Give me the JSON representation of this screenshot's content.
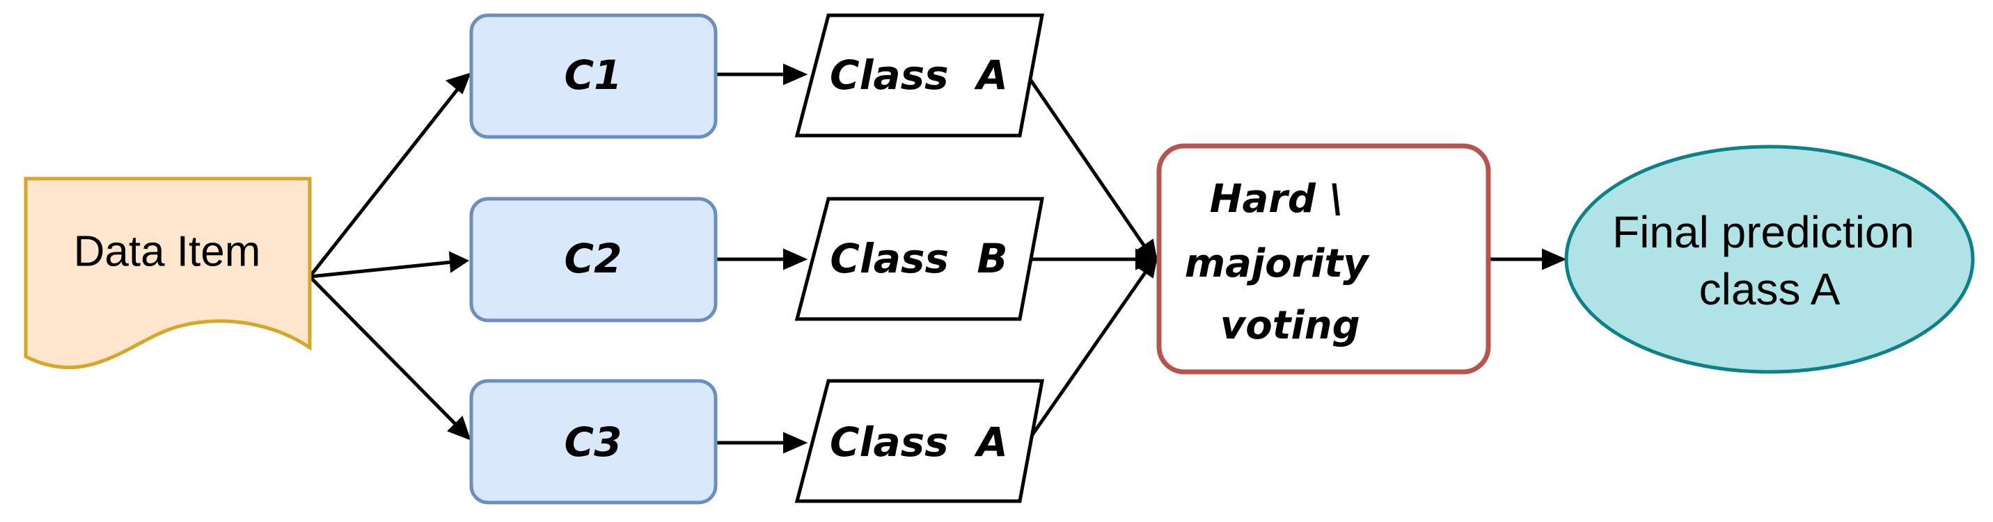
{
  "diagram": {
    "input": {
      "label": "Data Item"
    },
    "classifiers": [
      {
        "label": "C1"
      },
      {
        "label": "C2"
      },
      {
        "label": "C3"
      }
    ],
    "predictions": [
      {
        "label": "Class  A"
      },
      {
        "label": "Class  B"
      },
      {
        "label": "Class  A"
      }
    ],
    "voting": {
      "lines": [
        "Hard \\",
        "majority",
        "voting"
      ]
    },
    "result": {
      "lines": [
        "Final prediction",
        "class A"
      ]
    },
    "colors": {
      "input_fill": "#ffe6cc",
      "input_stroke": "#d6a628",
      "classifier_fill": "#dae8fc",
      "classifier_stroke": "#6c8ebf",
      "prediction_fill": "#ffffff",
      "prediction_stroke": "#000000",
      "voting_fill": "#ffffff",
      "voting_stroke": "#b85450",
      "result_fill": "#b0e3e6",
      "result_stroke": "#0e8088",
      "edge": "#000000"
    }
  }
}
